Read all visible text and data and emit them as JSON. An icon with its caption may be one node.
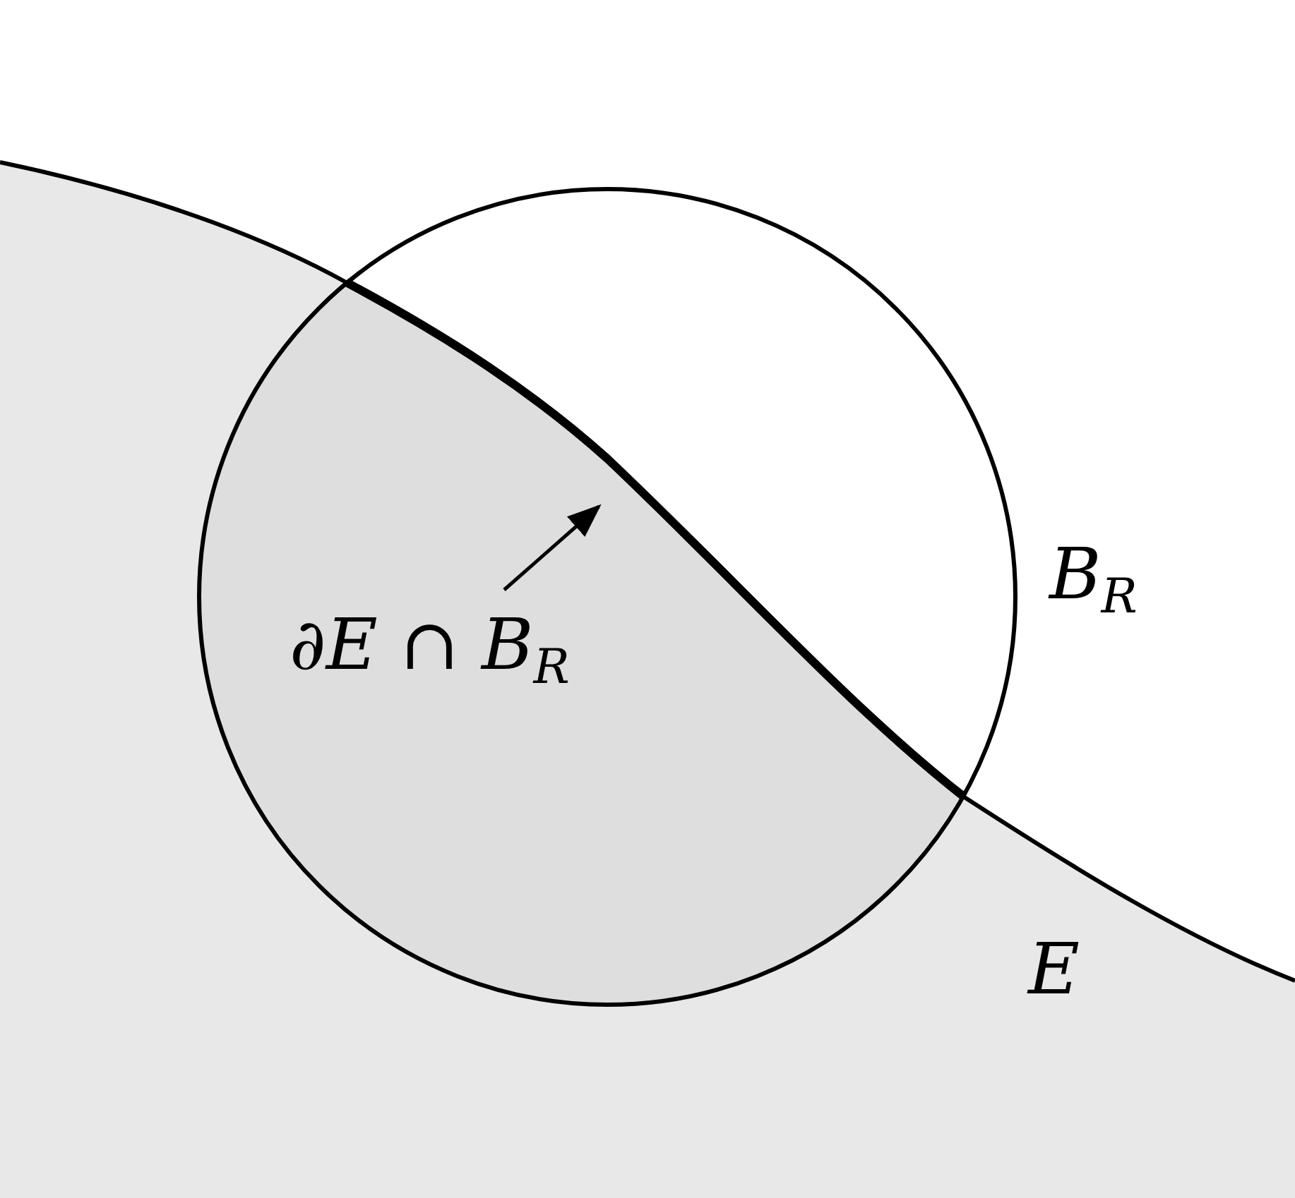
{
  "diagram": {
    "nodes": [
      {
        "text": [
          "∂E ∩ B$_{R}$"
        ]
      },
      {
        "text": [],
        "shape": "curve"
      }
    ],
    "edges": [
      {
        "from": 0,
        "to": 1,
        "arrow": "to"
      }
    ],
    "labels": [
      "B$_{R}$",
      "E"
    ]
  }
}
